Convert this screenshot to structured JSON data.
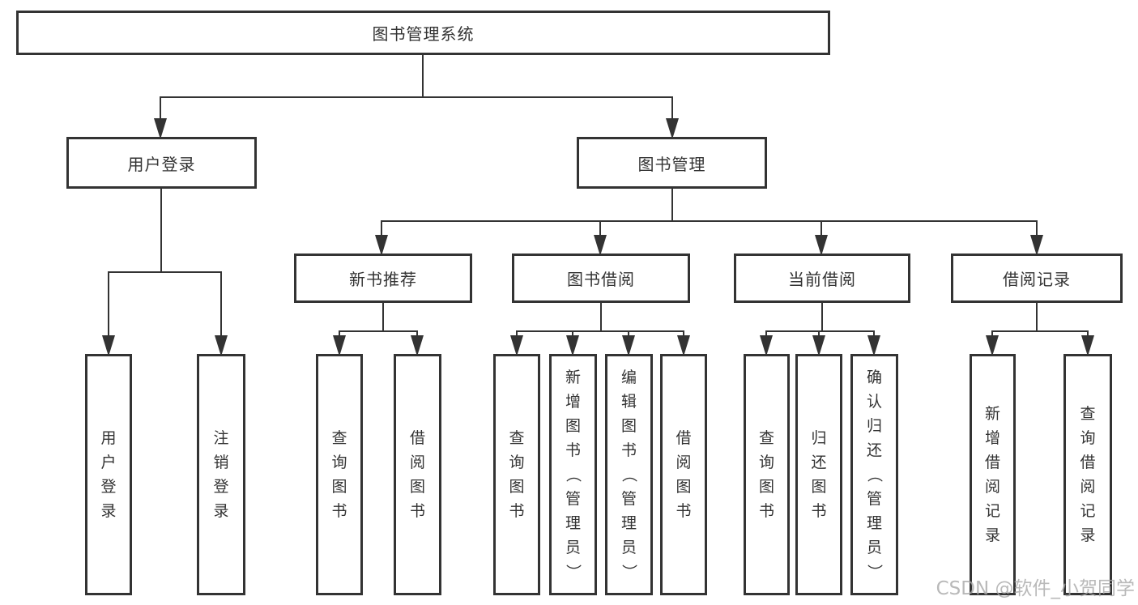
{
  "colors": {
    "line": "#333333",
    "text": "#333333",
    "watermark": "#a8a8a8",
    "background": "#ffffff"
  },
  "watermark": "CSDN @软件_小贺同学",
  "nodes": {
    "root": {
      "label": "图书管理系统"
    },
    "login": {
      "label": "用户登录",
      "children": [
        {
          "label": "用户登录"
        },
        {
          "label": "注销登录"
        }
      ]
    },
    "mgmt": {
      "label": "图书管理",
      "children": [
        {
          "label": "新书推荐",
          "children": [
            {
              "label": "查询图书"
            },
            {
              "label": "借阅图书"
            }
          ]
        },
        {
          "label": "图书借阅",
          "children": [
            {
              "label": "查询图书"
            },
            {
              "label": "新增图书（管理员）"
            },
            {
              "label": "编辑图书（管理员）"
            },
            {
              "label": "借阅图书"
            }
          ]
        },
        {
          "label": "当前借阅",
          "children": [
            {
              "label": "查询图书"
            },
            {
              "label": "归还图书"
            },
            {
              "label": "确认归还（管理员）"
            }
          ]
        },
        {
          "label": "借阅记录",
          "children": [
            {
              "label": "新增借阅记录"
            },
            {
              "label": "查询借阅记录"
            }
          ]
        }
      ]
    }
  }
}
